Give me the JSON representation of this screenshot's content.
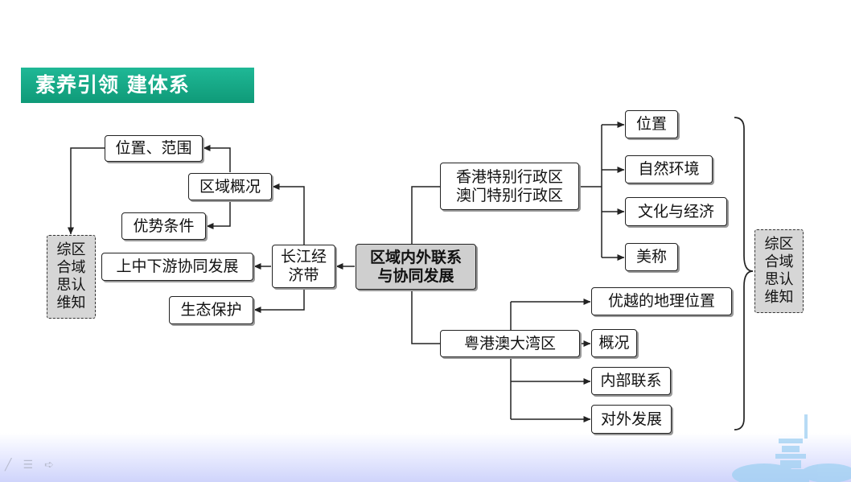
{
  "header": {
    "title": "素养引领  建体系"
  },
  "center": {
    "label": "区域内外联系\n与协同发展"
  },
  "left": {
    "hub": "长江经\n济带",
    "overview": "区域概况",
    "location_scope": "位置、范围",
    "advantages": "优势条件",
    "coordination": "上中下游协同发展",
    "ecology": "生态保护",
    "literacy": "综区\n合域\n思认\n维知"
  },
  "right_top": {
    "hub": "香港特别行政区\n澳门特别行政区",
    "items": [
      "位置",
      "自然环境",
      "文化与经济",
      "美称"
    ]
  },
  "right_bottom": {
    "hub": "粤港澳大湾区",
    "items": [
      "优越的地理位置",
      "概况",
      "内部联系",
      "对外发展"
    ]
  },
  "right_literacy": "综区\n合域\n思认\n维知",
  "footer": {
    "icons": [
      "pen-icon",
      "menu-icon",
      "arrow-right-icon"
    ]
  },
  "colors": {
    "banner": "#13a885",
    "core_fill": "#cfcfcf",
    "literacy_fill": "#d6d6d6"
  }
}
